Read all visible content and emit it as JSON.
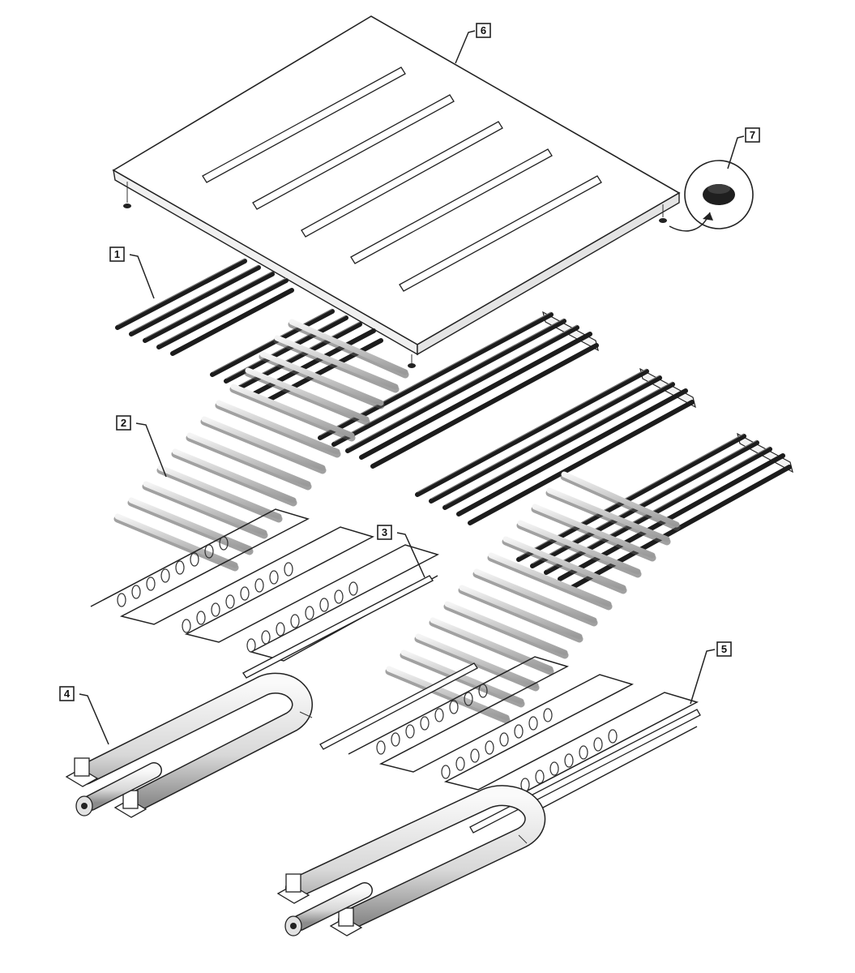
{
  "callouts": [
    {
      "id": "1",
      "label": "1"
    },
    {
      "id": "2",
      "label": "2"
    },
    {
      "id": "3",
      "label": "3"
    },
    {
      "id": "4",
      "label": "4"
    },
    {
      "id": "5",
      "label": "5"
    },
    {
      "id": "6",
      "label": "6"
    },
    {
      "id": "7",
      "label": "7"
    }
  ],
  "colors": {
    "line": "#222222",
    "grate": "#3a3a3a",
    "grate_dark": "#1c1c1c",
    "rod": "#dcdcdc",
    "background": "#ffffff"
  }
}
